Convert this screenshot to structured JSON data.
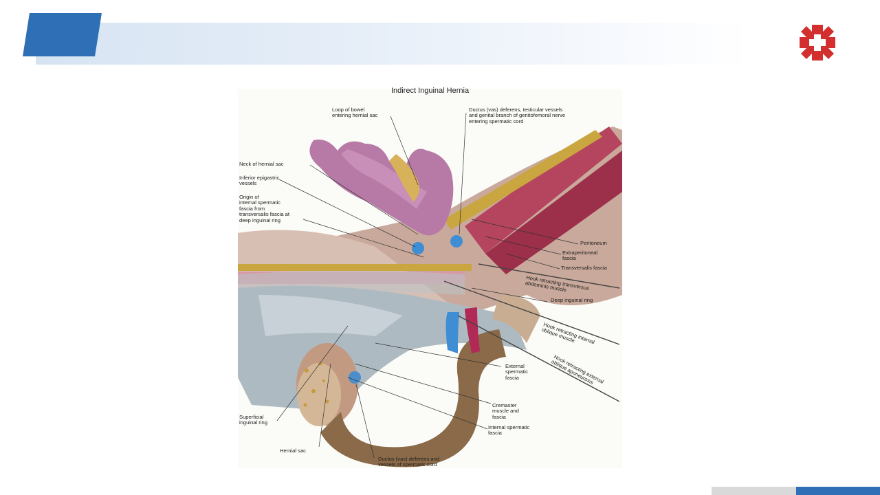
{
  "figure": {
    "title": "Indirect Inguinal Hernia",
    "labels": {
      "loop_of_bowel": "Loop of bowel\nentering hernial sac",
      "ductus_top": "Ductus (vas) deferens, testicular vessels\nand genital branch of genitofemoral nerve\nentering spermatic cord",
      "neck_of_sac": "Neck of hernial sac",
      "inferior_epigastric": "Inferior epigastric\nvessels",
      "origin_internal": "Origin of\ninternal spermatic\nfascia from\ntransversalis fascia at\ndeep inguinal ring",
      "peritoneum": "Peritoneum",
      "extraperitoneal": "Extraperitoneal\nfascia",
      "transversalis": "Transversalis fascia",
      "hook_transversus": "Hook retracting transversus\nabdominis muscle",
      "deep_ring": "Deep inguinal ring",
      "hook_internal": "Hook retracting internal\noblique muscle",
      "hook_external": "Hook retracting external\noblique aponeurosis",
      "external_spermatic": "External\nspermatic\nfascia",
      "cremaster": "Cremaster\nmuscle and\nfascia",
      "internal_spermatic": "Internal spermatic\nfascia",
      "superficial_ring": "Superficial\ninguinal ring",
      "hernial_sac": "Hernial sac",
      "ductus_bottom": "Ductus (vas) deferens and\nvessels of spermatic cord"
    }
  },
  "colors": {
    "accent_blue": "#2f6fb5",
    "header_band": "#dce7f3",
    "logo_red": "#d32f2f",
    "footer_gray": "#d9d9d9"
  },
  "icons": {
    "logo": "red-cross-logo-icon"
  }
}
